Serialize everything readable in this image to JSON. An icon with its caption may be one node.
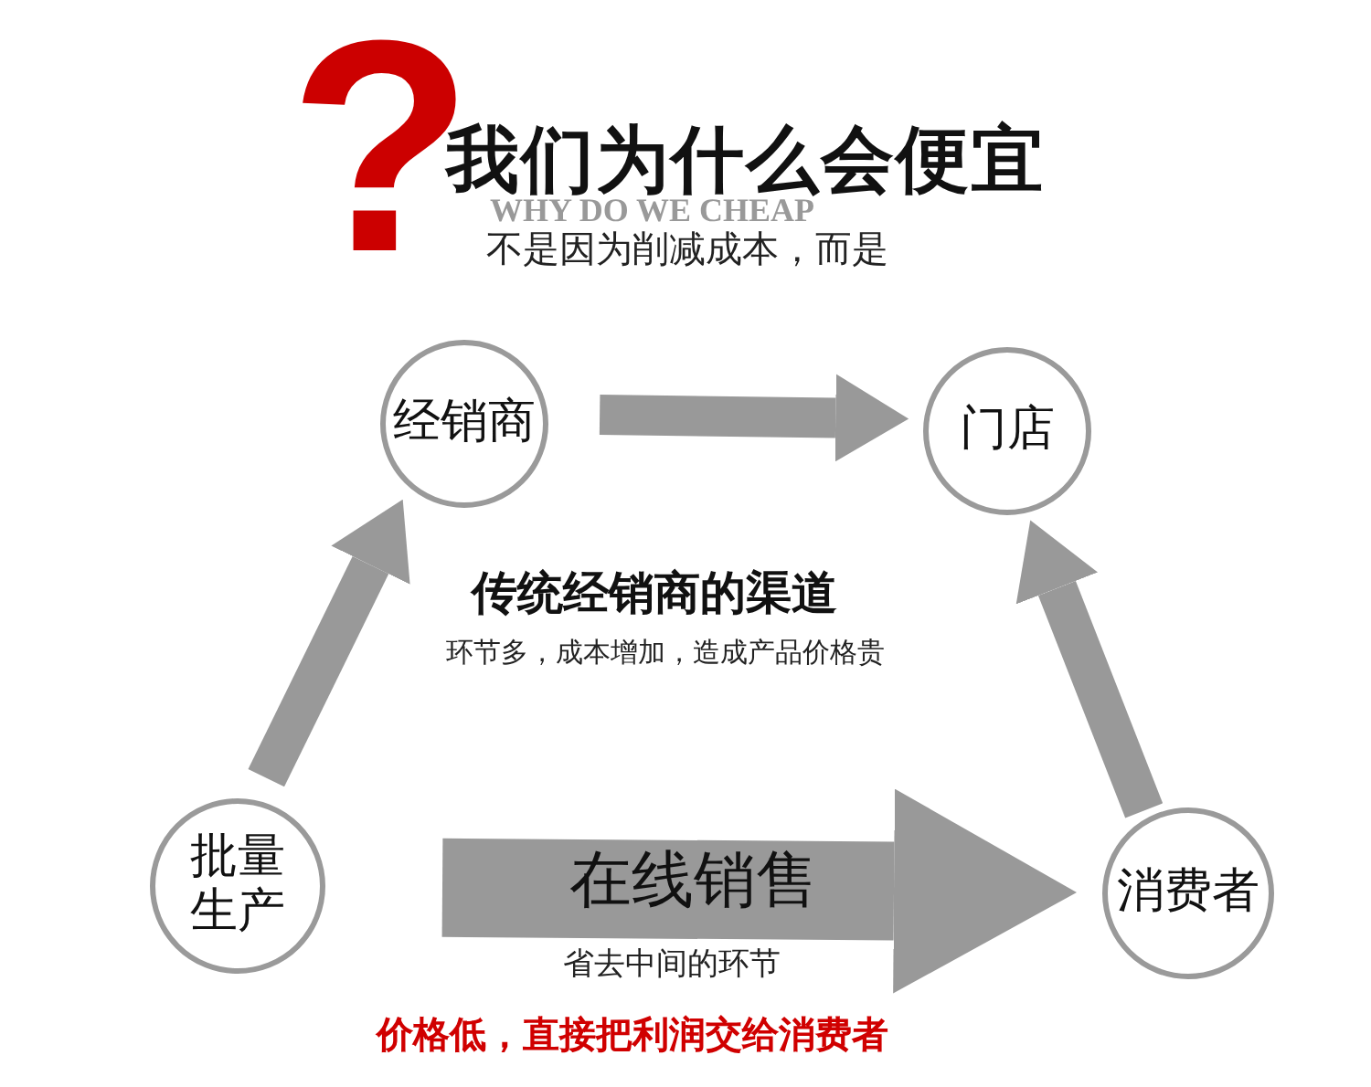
{
  "diagram": {
    "title": "我们为什么会便宜",
    "nodes": [
      {
        "text": [
          "经销商"
        ]
      },
      {
        "text": [
          "门店"
        ]
      },
      {
        "text": [
          "批量生产"
        ]
      },
      {
        "text": [
          "消费者"
        ]
      }
    ],
    "edges": [
      {
        "from": 2,
        "to": 0,
        "arrow": "to"
      },
      {
        "from": 0,
        "to": 1,
        "arrow": "to"
      },
      {
        "from": 3,
        "to": 1,
        "arrow": "to"
      },
      {
        "from": 2,
        "to": 3,
        "arrow": "to",
        "label": "在线销售",
        "style": "thick"
      }
    ],
    "labels": [
      "?",
      "WHY DO WE CHEAP",
      "不是因为削减成本，而是",
      "传统经销商的渠道",
      "环节多，成本增加，造成产品价格贵",
      "省去中间的环节",
      "价格低，直接把利润交给消费者"
    ]
  }
}
